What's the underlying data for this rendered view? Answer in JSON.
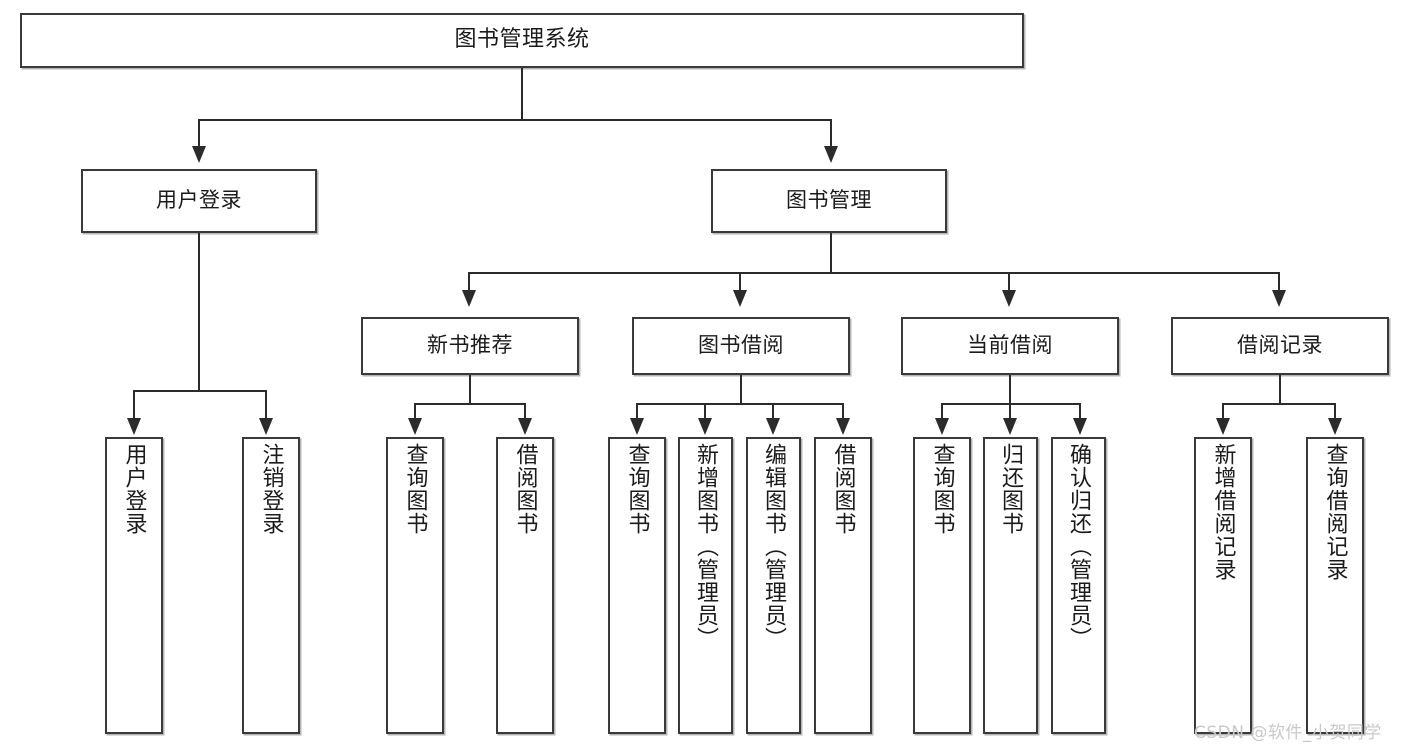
{
  "diagram": {
    "title_node": {
      "label": "图书管理系统"
    },
    "level2": [
      {
        "label": "用户登录"
      },
      {
        "label": "图书管理"
      }
    ],
    "level3": [
      {
        "label": "新书推荐"
      },
      {
        "label": "图书借阅"
      },
      {
        "label": "当前借阅"
      },
      {
        "label": "借阅记录"
      }
    ],
    "leaves": {
      "user_login": [
        {
          "label": "用户登录"
        },
        {
          "label": "注销登录"
        }
      ],
      "new_book_recommend": [
        {
          "label": "查询图书"
        },
        {
          "label": "借阅图书"
        }
      ],
      "book_borrow": [
        {
          "label": "查询图书"
        },
        {
          "label": "新增图书（管理员）"
        },
        {
          "label": "编辑图书（管理员）"
        },
        {
          "label": "借阅图书"
        }
      ],
      "current_borrow": [
        {
          "label": "查询图书"
        },
        {
          "label": "归还图书"
        },
        {
          "label": "确认归还（管理员）"
        }
      ],
      "borrow_record": [
        {
          "label": "新增借阅记录"
        },
        {
          "label": "查询借阅记录"
        }
      ]
    },
    "watermark": {
      "text": "CSDN @软件_小贺同学"
    },
    "colors": {
      "box_border": "#3a3a3a",
      "connector": "#2b2b2b",
      "background": "#ffffff",
      "text": "#1b1b1b",
      "watermark": "#c9c9c9"
    }
  }
}
